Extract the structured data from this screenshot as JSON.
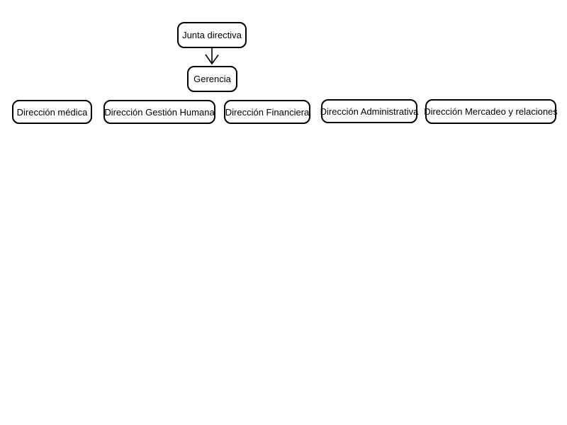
{
  "org_chart": {
    "nodes": [
      {
        "id": "junta-directiva",
        "label": "Junta directiva"
      },
      {
        "id": "gerencia",
        "label": "Gerencia"
      },
      {
        "id": "direccion-medica",
        "label": "Dirección médica"
      },
      {
        "id": "direccion-gestion-humana",
        "label": "Dirección Gestión Humana"
      },
      {
        "id": "direccion-financiera",
        "label": "Dirección Financiera"
      },
      {
        "id": "direccion-administrativa",
        "label": "Dirección Administrativa"
      },
      {
        "id": "direccion-mercadeo",
        "label": "Dirección Mercadeo y relaciones"
      }
    ],
    "edges": [
      {
        "from": "Junta directiva",
        "to": "Gerencia",
        "type": "arrow-down"
      }
    ],
    "colors": {
      "node_border": "#000000",
      "node_fill": "#ffffff",
      "text": "#000000",
      "canvas_background": "#ffffff"
    }
  }
}
